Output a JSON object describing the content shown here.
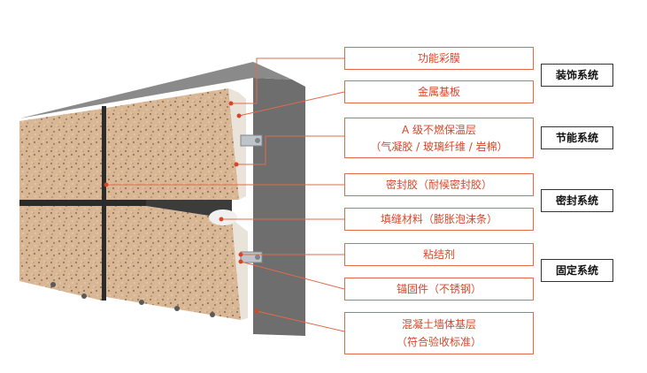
{
  "labels": [
    {
      "id": "coating-film",
      "lines": [
        "功能彩膜"
      ]
    },
    {
      "id": "metal-substrate",
      "lines": [
        "金属基板"
      ]
    },
    {
      "id": "insulation-layer",
      "lines": [
        "A 级不燃保温层",
        "（气凝胶 / 玻璃纤维 / 岩棉）"
      ]
    },
    {
      "id": "sealant",
      "lines": [
        "密封胶（耐候密封胶）"
      ]
    },
    {
      "id": "joint-filler",
      "lines": [
        "填缝材料（膨胀泡沫条）"
      ]
    },
    {
      "id": "adhesive",
      "lines": [
        "粘结剂"
      ]
    },
    {
      "id": "anchor",
      "lines": [
        "锚固件（不锈钢）"
      ]
    },
    {
      "id": "concrete-base",
      "lines": [
        "混凝土墙体基层",
        "（符合验收标准）"
      ]
    }
  ],
  "groups": [
    {
      "id": "decoration",
      "label": "装饰系统"
    },
    {
      "id": "energy",
      "label": "节能系统"
    },
    {
      "id": "sealing",
      "label": "密封系统"
    },
    {
      "id": "fixing",
      "label": "固定系统"
    }
  ],
  "colors": {
    "accent": "#d8462a",
    "leader": "#e2694a",
    "wall": "#6e6e6e",
    "stone": "#d9b795",
    "joint": "#2b2b2b"
  }
}
